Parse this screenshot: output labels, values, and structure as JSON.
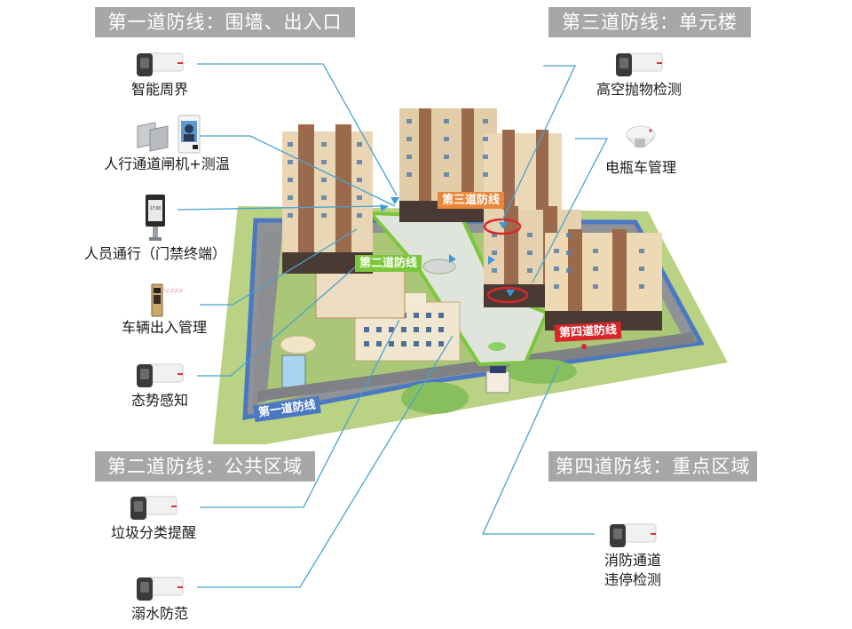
{
  "sections": [
    {
      "id": "line1",
      "title": "第一道防线：围墙、出入口"
    },
    {
      "id": "line3",
      "title": "第三道防线：单元楼"
    },
    {
      "id": "line2",
      "title": "第二道防线：公共区域"
    },
    {
      "id": "line4",
      "title": "第四道防线：重点区域"
    }
  ],
  "devices": {
    "perimeter": {
      "label": "智能周界",
      "icon": "bullet-camera-icon"
    },
    "gate_temp": {
      "label": "人行通道闸机+测温",
      "icon": "turnstile-face-terminal-icon"
    },
    "access_terminal": {
      "label": "人员通行（门禁终端）",
      "icon": "access-control-terminal-icon"
    },
    "vehicle": {
      "label": "车辆出入管理",
      "icon": "barrier-gate-icon"
    },
    "situational": {
      "label": "态势感知",
      "icon": "bullet-camera-icon"
    },
    "high_throw": {
      "label": "高空抛物检测",
      "icon": "bullet-camera-icon"
    },
    "ebike": {
      "label": "电瓶车管理",
      "icon": "dome-camera-icon"
    },
    "garbage": {
      "label": "垃圾分类提醒",
      "icon": "bullet-camera-icon"
    },
    "drowning": {
      "label": "溺水防范",
      "icon": "bullet-camera-icon"
    },
    "fire_lane": {
      "label_line1": "消防通道",
      "label_line2": "违停检测",
      "icon": "bullet-camera-icon"
    }
  },
  "map_tags": {
    "line1": "第一道防线",
    "line2": "第二道防线",
    "line3": "第三道防线",
    "line4": "第四道防线"
  },
  "colors": {
    "header_bg": "#a7a7a7",
    "connector": "#4aa3cf",
    "line1_blue": "#4a78c2",
    "line2_green": "#7cc63c",
    "line3_orange": "#e8873a",
    "line4_red": "#d9262b",
    "lawn": "#b5cf7c"
  }
}
